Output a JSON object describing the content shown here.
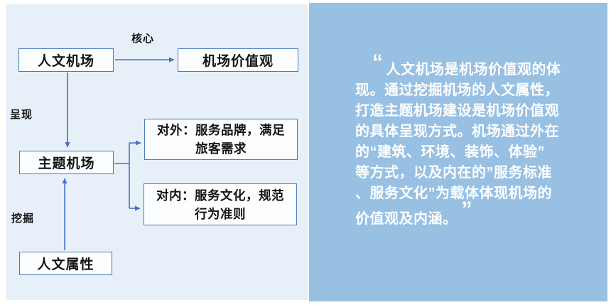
{
  "colors": {
    "page_bg": "#ffffff",
    "left_panel_bg": "#e7f0f8",
    "right_panel_bg": "#97c0e3",
    "box_bg": "#fbfdff",
    "box_border": "#4a7cba",
    "arrow": "#4472c4",
    "box_text": "#141414",
    "quote_text": "#ffffff"
  },
  "diagram": {
    "nodes": {
      "humanistic_airport": "人文机场",
      "airport_values": "机场价值观",
      "theme_airport": "主题机场",
      "humanistic_attributes": "人文属性",
      "external_line1": "对外：服务品牌，满足",
      "external_line2": "旅客需求",
      "internal_line1": "对内：服务文化，规范",
      "internal_line2": "行为准则"
    },
    "edge_labels": {
      "core": "核心",
      "present": "呈现",
      "excavate": "挖掘"
    }
  },
  "quote": {
    "open_mark": "“",
    "close_mark": "”",
    "lines": [
      "人文机场是机场价值观的体",
      "现。通过挖掘机场的人文属性，",
      "打造主题机场建设是机场价值观",
      "的具体呈现方式。机场通过外在",
      "的“建筑、环境、装饰、体验”",
      "等方式，以及内在的”服务标准",
      "、服务文化”为载体体现机场的",
      "价值观及内涵。"
    ]
  }
}
